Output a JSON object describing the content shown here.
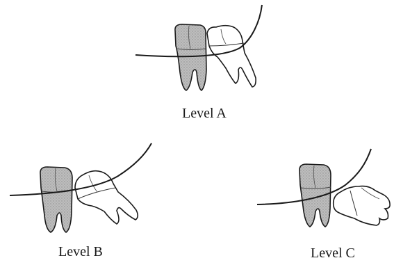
{
  "levels": [
    {
      "label": "Level A"
    },
    {
      "label": "Level B"
    },
    {
      "label": "Level C"
    }
  ],
  "colors": {
    "ink": "#1a1a1a",
    "molar_fill": "#b3b3b3",
    "third_molar_fill": "#ffffff"
  }
}
